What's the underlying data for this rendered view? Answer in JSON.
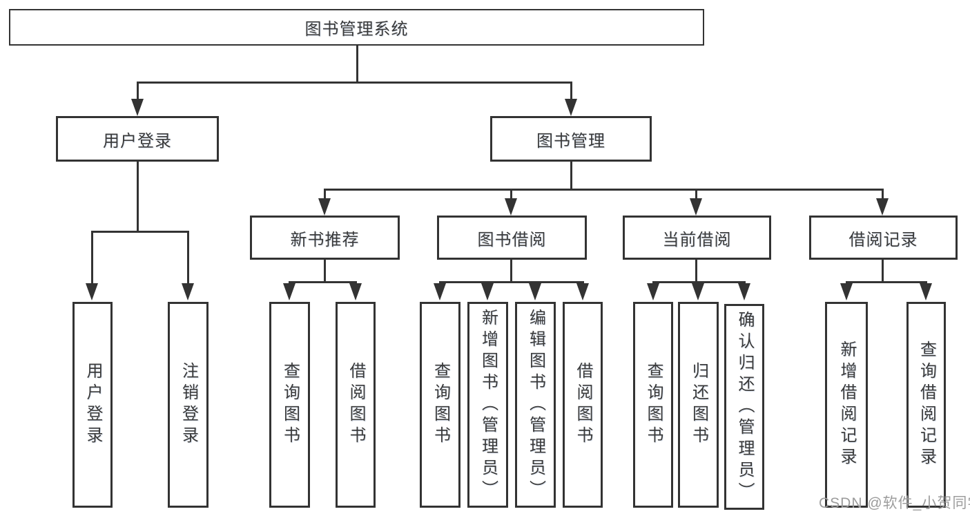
{
  "tree": {
    "label": "图书管理系统",
    "children": [
      {
        "label": "用户登录",
        "children": [
          {
            "label": "用户登录"
          },
          {
            "label": "注销登录"
          }
        ]
      },
      {
        "label": "图书管理",
        "children": [
          {
            "label": "新书推荐",
            "children": [
              {
                "label": "查询图书"
              },
              {
                "label": "借阅图书"
              }
            ]
          },
          {
            "label": "图书借阅",
            "children": [
              {
                "label": "查询图书"
              },
              {
                "label": "新增图书（管理员）"
              },
              {
                "label": "编辑图书（管理员）"
              },
              {
                "label": "借阅图书"
              }
            ]
          },
          {
            "label": "当前借阅",
            "children": [
              {
                "label": "查询图书"
              },
              {
                "label": "归还图书"
              },
              {
                "label": "确认归还（管理员）"
              }
            ]
          },
          {
            "label": "借阅记录",
            "children": [
              {
                "label": "新增借阅记录"
              },
              {
                "label": "查询借阅记录"
              }
            ]
          }
        ]
      }
    ]
  },
  "watermark": {
    "text": "CSDN @软件_小贺同学"
  },
  "colors": {
    "line": "#333333",
    "box_border": "#333333",
    "text": "#3a3a3a",
    "watermark": "#9c9c9c",
    "background": "#ffffff"
  }
}
